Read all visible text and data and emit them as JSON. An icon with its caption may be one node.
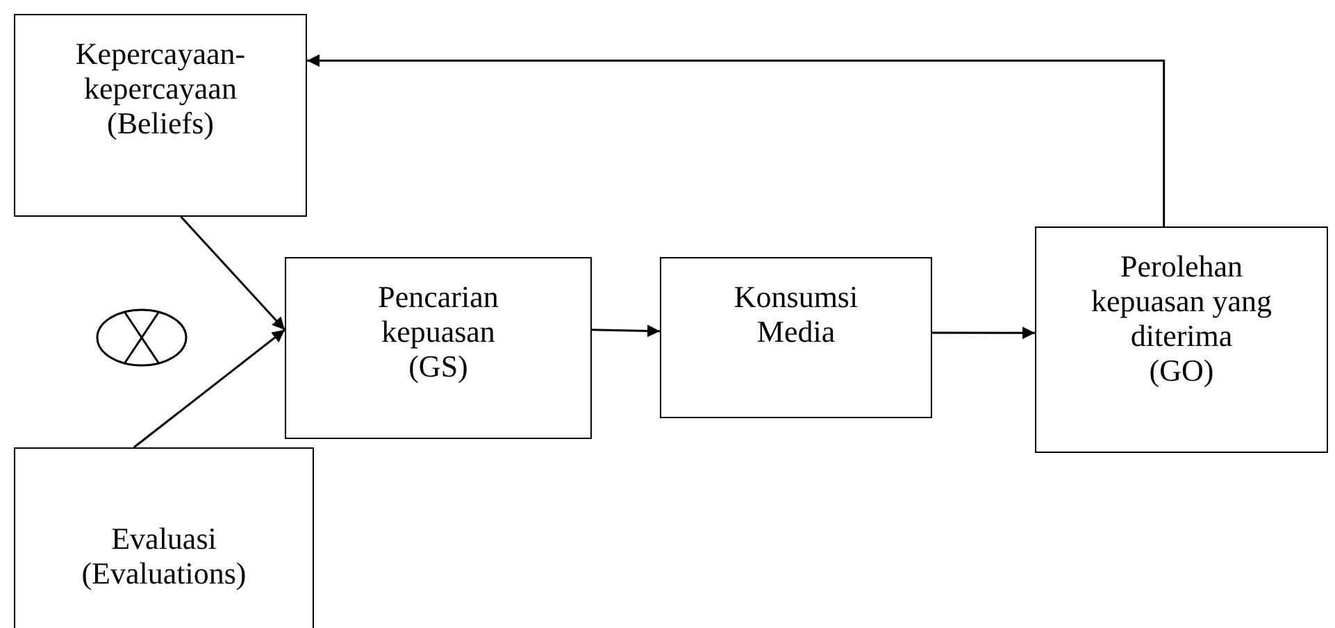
{
  "diagram": {
    "nodes": [
      {
        "text": [
          "Kepercayaan-kepercayaan",
          "(Beliefs)"
        ]
      },
      {
        "text": [
          "Evaluasi",
          "(Evaluations)"
        ]
      },
      {
        "text": [
          "Pencarian kepuasan",
          "(GS)"
        ]
      },
      {
        "text": [
          "Konsumsi Media"
        ]
      },
      {
        "text": [
          "Perolehan kepuasan yang diterima",
          "(GO)"
        ]
      }
    ],
    "edges": [
      {
        "from": 0,
        "to": 2,
        "arrow": "to"
      },
      {
        "from": 1,
        "to": 2,
        "arrow": "to"
      },
      {
        "from": 2,
        "to": 3,
        "arrow": "to"
      },
      {
        "from": 3,
        "to": 4,
        "arrow": "to"
      },
      {
        "from": 4,
        "to": 0,
        "arrow": "to"
      }
    ]
  }
}
